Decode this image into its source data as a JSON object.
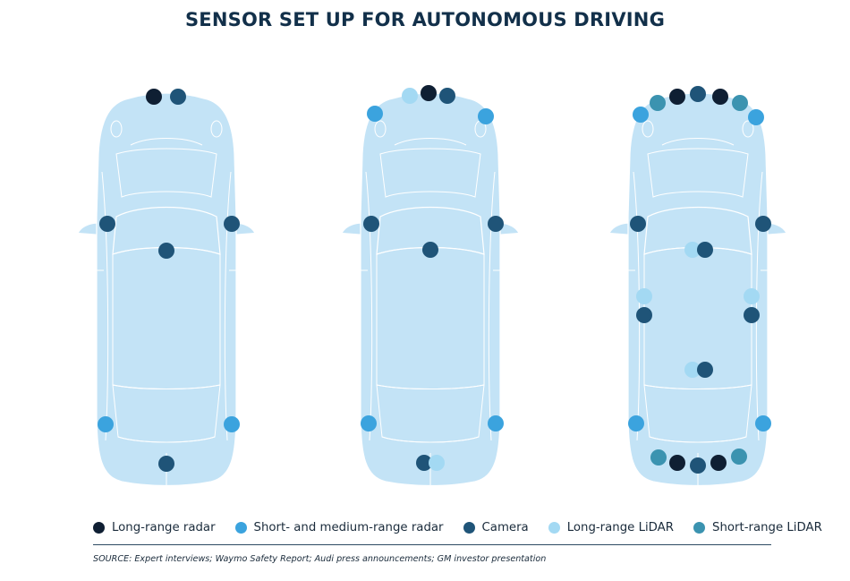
{
  "title": "SENSOR SET UP FOR AUTONOMOUS DRIVING",
  "sensor_types": {
    "long_radar": {
      "label": "Long-range radar",
      "color": "#0f1f33"
    },
    "short_radar": {
      "label": "Short- and medium-range radar",
      "color": "#3ba3de"
    },
    "camera": {
      "label": "Camera",
      "color": "#1f5478"
    },
    "long_lidar": {
      "label": "Long-range LiDAR",
      "color": "#a3d9f3"
    },
    "short_lidar": {
      "label": "Short-range LiDAR",
      "color": "#3b93b0"
    }
  },
  "legend_order": [
    "long_radar",
    "short_radar",
    "camera",
    "long_lidar",
    "short_lidar"
  ],
  "colors": {
    "car_body": "#c3e3f6",
    "car_line": "#ffffff",
    "title": "#12304a"
  },
  "source": "SOURCE: Expert interviews; Waymo Safety Report; Audi press announcements; GM investor presentation"
}
